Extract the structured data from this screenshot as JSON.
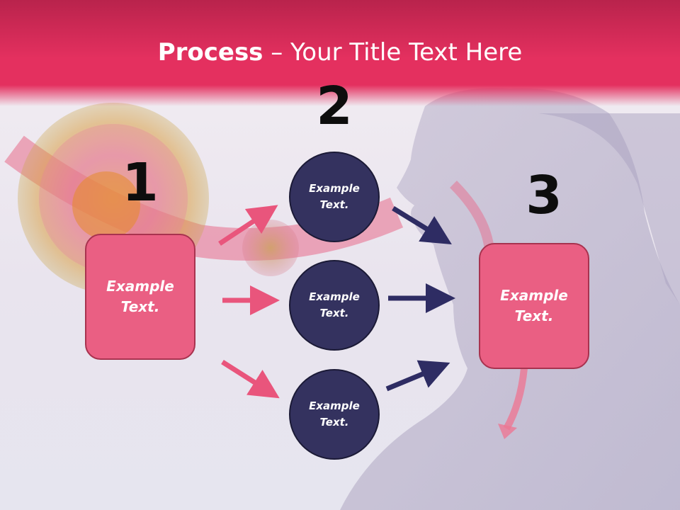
{
  "slide": {
    "title_bold": "Process",
    "title_rest": " – Your Title Text Here",
    "colors": {
      "header": "#e4305f",
      "pink_box": "#ea5f83",
      "navy_circle": "#34325f",
      "pink_arrow": "#e9557c",
      "navy_arrow": "#2e2c63"
    }
  },
  "steps": {
    "step1": {
      "number": "1",
      "text": "Example\nText."
    },
    "step2": {
      "number": "2",
      "text1": "Example\nText.",
      "text2": "Example\nText.",
      "text3": "Example\nText."
    },
    "step3": {
      "number": "3",
      "text": "Example\nText."
    }
  }
}
